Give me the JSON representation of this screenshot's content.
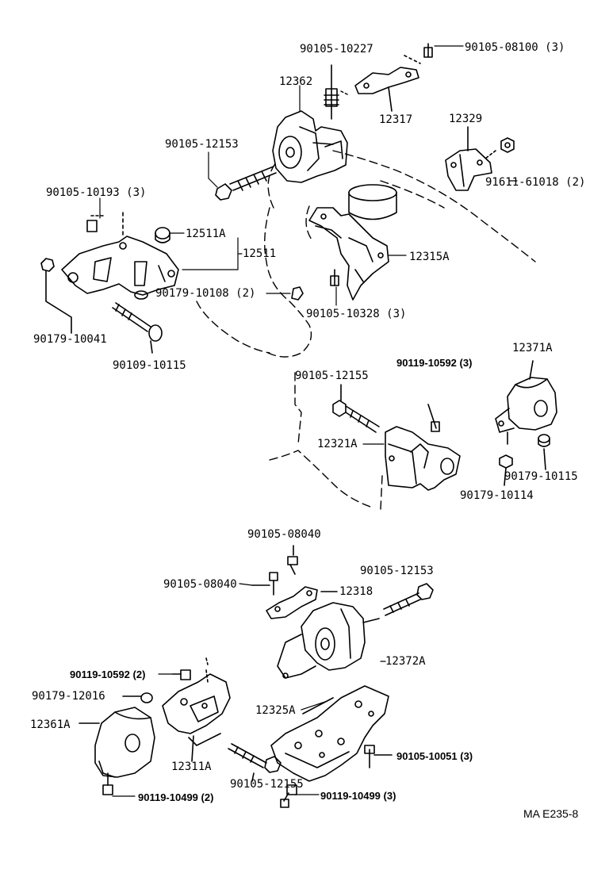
{
  "labels": {
    "p90105_10227": "90105-10227",
    "p90105_08100": "90105-08100 (3)",
    "p12362": "12362",
    "p12317": "12317",
    "p12329": "12329",
    "p90105_12153_top": "90105-12153",
    "p91611_61018": "91611-61018 (2)",
    "p90105_10193": "90105-10193 (3)",
    "p12511A": "12511A",
    "p12511": "12511",
    "p12315A": "12315A",
    "p90179_10108": "90179-10108 (2)",
    "p90105_10328": "90105-10328 (3)",
    "p90179_10041": "90179-10041",
    "p90109_10115": "90109-10115",
    "p12371A": "12371A",
    "p90105_12155_mid": "90105-12155",
    "p90119_10592_3": "90119-10592 (3)",
    "p12321A": "12321A",
    "p90179_10115": "90179-10115",
    "p90179_10114": "90179-10114",
    "p90105_08040_a": "90105-08040",
    "p90105_08040_b": "90105-08040",
    "p12318": "12318",
    "p90105_12153_low": "90105-12153",
    "p12372A": "12372A",
    "p90119_10592_2": "90119-10592 (2)",
    "p90179_12016": "90179-12016",
    "p12325A": "12325A",
    "p12361A": "12361A",
    "p90105_10051": "90105-10051 (3)",
    "p12311A": "12311A",
    "p90105_12155_low": "90105-12155",
    "p90119_10499_2": "90119-10499 (2)",
    "p90119_10499_3": "90119-10499 (3)"
  },
  "diagram_code": "MA  E235-8"
}
